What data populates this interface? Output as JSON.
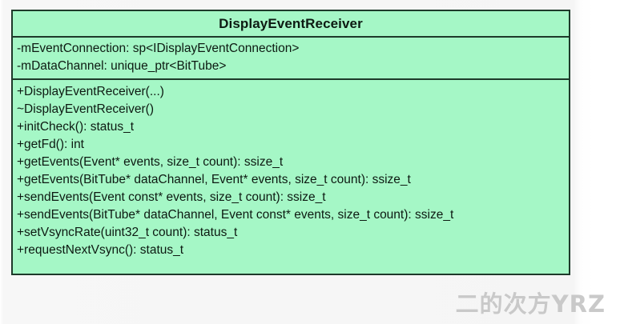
{
  "diagram": {
    "type": "uml-class-diagram",
    "colors": {
      "fill": "#a5f7c6",
      "border": "#1e3a2a",
      "text": "#0d1a12",
      "watermark": "#c9c9c9",
      "background": "#f5f5f5"
    },
    "class": {
      "name": "DisplayEventReceiver",
      "attributes": [
        "-mEventConnection: sp<IDisplayEventConnection>",
        "-mDataChannel: unique_ptr<BitTube>"
      ],
      "operations": [
        "+DisplayEventReceiver(...)",
        "~DisplayEventReceiver()",
        "+initCheck(): status_t",
        "+getFd(): int",
        "+getEvents(Event* events, size_t count): ssize_t",
        "+getEvents(BitTube* dataChannel, Event* events, size_t count): ssize_t",
        "+sendEvents(Event const* events, size_t count): ssize_t",
        "+sendEvents(BitTube* dataChannel, Event const* events, size_t count): ssize_t",
        "+setVsyncRate(uint32_t count): status_t",
        "+requestNextVsync(): status_t"
      ]
    }
  },
  "watermark": {
    "text": "二的次方YRZ"
  }
}
